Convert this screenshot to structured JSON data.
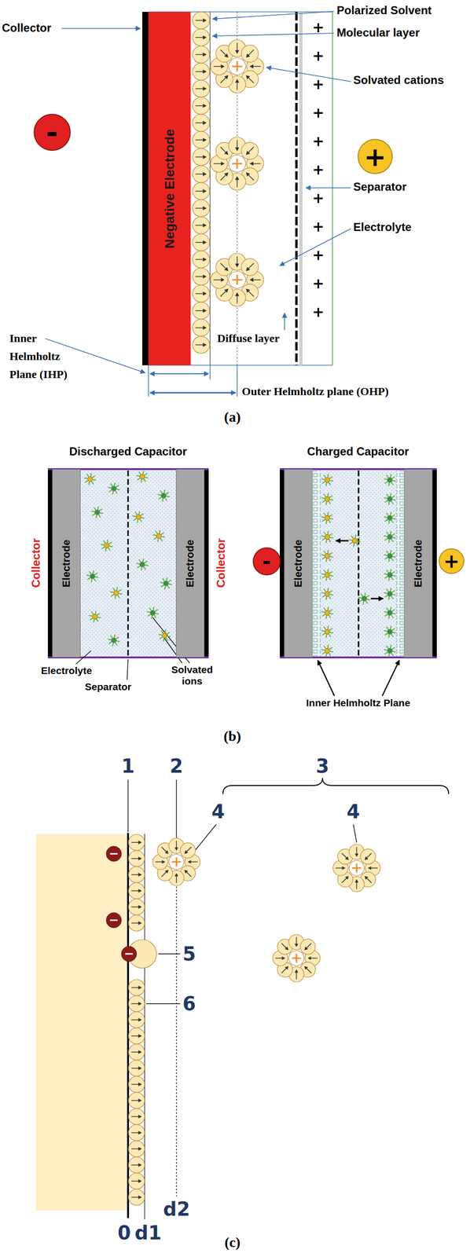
{
  "diagram": {
    "nodes": [
      {
        "text": [
          "Negative Electrode"
        ]
      },
      {
        "text": [
          "-"
        ]
      },
      {
        "text": [
          "+"
        ]
      },
      {
        "text": [
          "Electrode"
        ]
      },
      {
        "text": [
          "Electrode"
        ]
      },
      {
        "text": [
          "Electrode"
        ]
      },
      {
        "text": [
          "Electrode"
        ]
      },
      {
        "text": [
          "-"
        ]
      },
      {
        "text": [
          "+"
        ]
      }
    ],
    "labels": [
      "Collector",
      "Polarized Solvent",
      "Molecular layer",
      "Solvated cations",
      "Separator",
      "Electrolyte",
      "Inner",
      "Helmholtz",
      "Plane (IHP)",
      "Diffuse layer",
      "Outer Helmholtz plane (OHP)",
      "+",
      "+",
      "+",
      "+",
      "+",
      "+",
      "+",
      "+",
      "+",
      "+",
      "+",
      "(a)",
      "Discharged Capacitor",
      "Charged Capacitor",
      "Collector",
      "Collector",
      "Electrolyte",
      "Separator",
      "Solvated ions",
      "Inner Helmholtz Plane",
      "(b)",
      "1",
      "2",
      "3",
      "4",
      "4",
      "5",
      "6",
      "0",
      "d1",
      "d2",
      "(c)"
    ]
  }
}
